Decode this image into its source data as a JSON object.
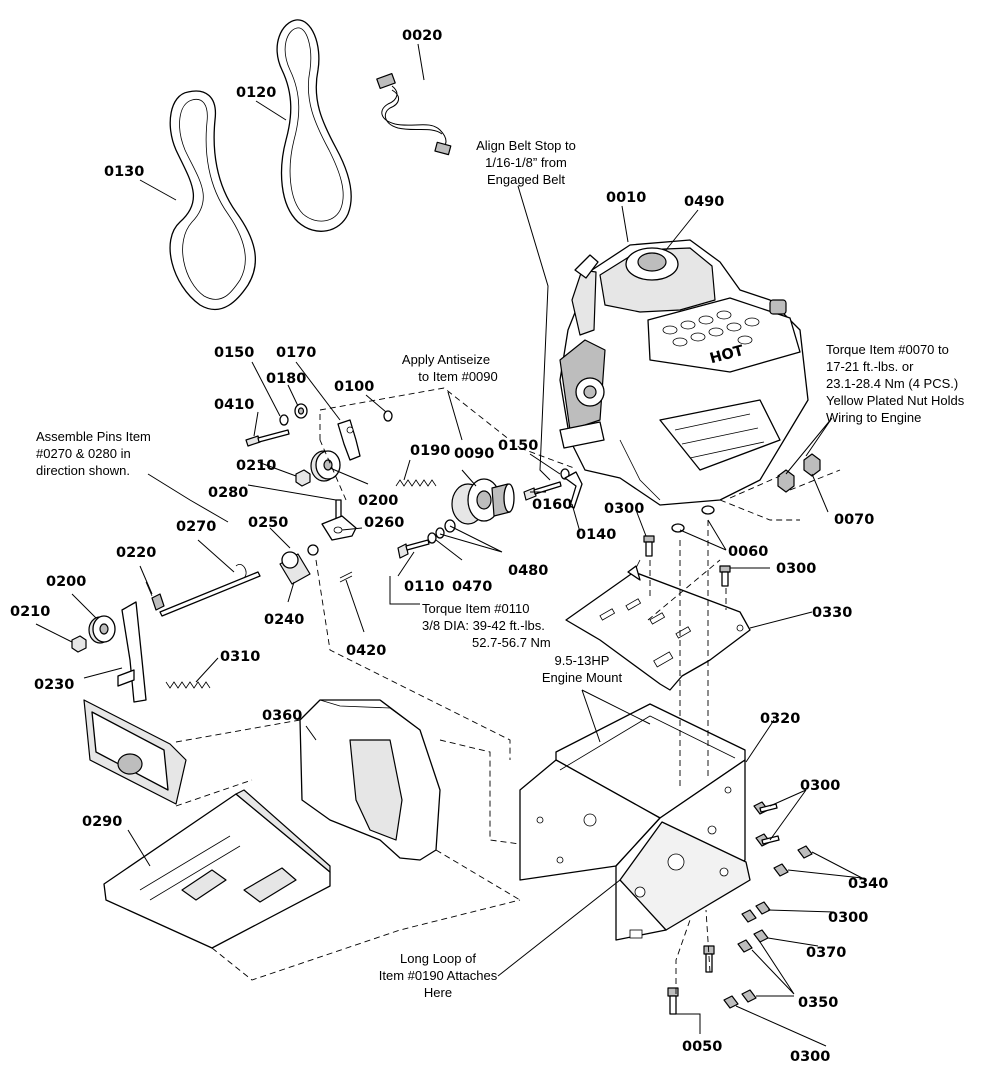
{
  "callouts": [
    {
      "id": "0020",
      "text": "0020"
    },
    {
      "id": "0120",
      "text": "0120"
    },
    {
      "id": "0130",
      "text": "0130"
    },
    {
      "id": "0010",
      "text": "0010"
    },
    {
      "id": "0490",
      "text": "0490"
    },
    {
      "id": "0150a",
      "text": "0150"
    },
    {
      "id": "0170",
      "text": "0170"
    },
    {
      "id": "0180",
      "text": "0180"
    },
    {
      "id": "0100",
      "text": "0100"
    },
    {
      "id": "0410",
      "text": "0410"
    },
    {
      "id": "0210a",
      "text": "0210"
    },
    {
      "id": "0190",
      "text": "0190"
    },
    {
      "id": "0090",
      "text": "0090"
    },
    {
      "id": "0150b",
      "text": "0150"
    },
    {
      "id": "0280",
      "text": "0280"
    },
    {
      "id": "0200a",
      "text": "0200"
    },
    {
      "id": "0160",
      "text": "0160"
    },
    {
      "id": "0140",
      "text": "0140"
    },
    {
      "id": "0300a",
      "text": "0300"
    },
    {
      "id": "0070",
      "text": "0070"
    },
    {
      "id": "0270",
      "text": "0270"
    },
    {
      "id": "0250",
      "text": "0250"
    },
    {
      "id": "0260",
      "text": "0260"
    },
    {
      "id": "0060",
      "text": "0060"
    },
    {
      "id": "0220",
      "text": "0220"
    },
    {
      "id": "0110",
      "text": "0110"
    },
    {
      "id": "0470",
      "text": "0470"
    },
    {
      "id": "0480",
      "text": "0480"
    },
    {
      "id": "0300b",
      "text": "0300"
    },
    {
      "id": "0200b",
      "text": "0200"
    },
    {
      "id": "0240",
      "text": "0240"
    },
    {
      "id": "0330",
      "text": "0330"
    },
    {
      "id": "0210b",
      "text": "0210"
    },
    {
      "id": "0420",
      "text": "0420"
    },
    {
      "id": "0230",
      "text": "0230"
    },
    {
      "id": "0310",
      "text": "0310"
    },
    {
      "id": "0360",
      "text": "0360"
    },
    {
      "id": "0320",
      "text": "0320"
    },
    {
      "id": "0300c",
      "text": "0300"
    },
    {
      "id": "0290",
      "text": "0290"
    },
    {
      "id": "0340",
      "text": "0340"
    },
    {
      "id": "0300d",
      "text": "0300"
    },
    {
      "id": "0370",
      "text": "0370"
    },
    {
      "id": "0350",
      "text": "0350"
    },
    {
      "id": "0050",
      "text": "0050"
    },
    {
      "id": "0300e",
      "text": "0300"
    }
  ],
  "notes": {
    "align_belt": [
      "Align Belt Stop to",
      "1/16-1/8” from",
      "Engaged Belt"
    ],
    "antiseize": [
      "Apply Antiseize",
      "to Item #0090"
    ],
    "assemble_pins": [
      "Assemble Pins Item",
      "#0270 & 0280 in",
      "direction shown."
    ],
    "torque_0070": [
      "Torque Item #0070 to",
      "17-21 ft.-lbs. or",
      "23.1-28.4 Nm (4 PCS.)",
      "Yellow Plated Nut Holds",
      "Wiring to Engine"
    ],
    "torque_0110": [
      "Torque Item #0110",
      "3/8 DIA: 39-42 ft.-lbs.",
      "52.7-56.7 Nm"
    ],
    "engine_mount": [
      "9.5-13HP",
      "Engine Mount"
    ],
    "long_loop": [
      "Long Loop of",
      "Item #0190 Attaches",
      "Here"
    ]
  },
  "decals": {
    "hot": "HOT"
  }
}
